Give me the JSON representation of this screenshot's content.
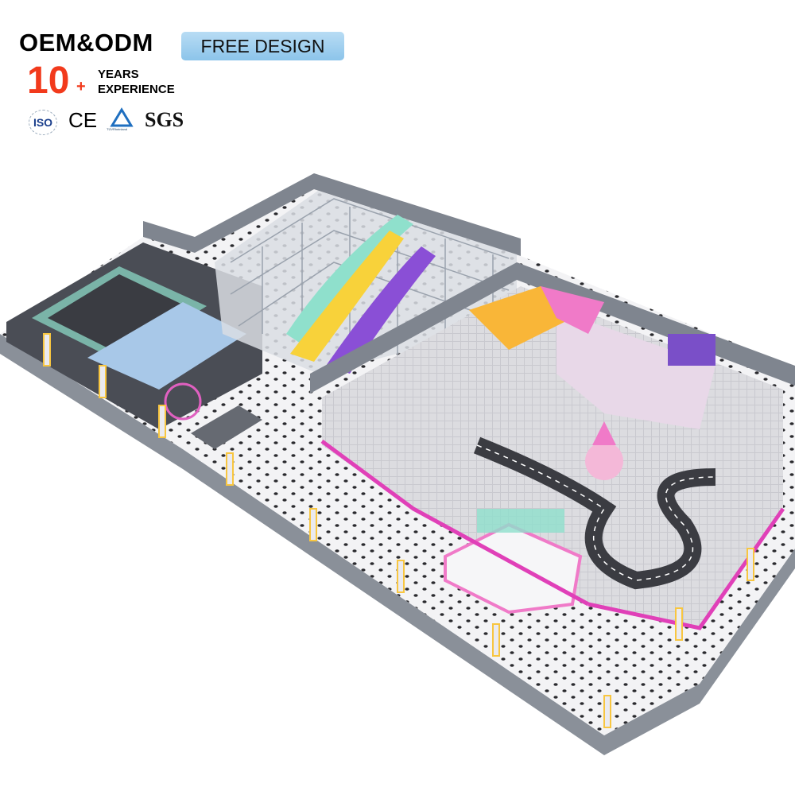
{
  "badges": {
    "oem_odm": "OEM&ODM",
    "free_design": "FREE DESIGN",
    "years_number": "10",
    "years_plus": "+",
    "years_label_1": "YEARS",
    "years_label_2": "EXPERIENCE"
  },
  "certifications": {
    "iso": "ISO",
    "ce": "CE",
    "tuv": "TÜVRheinland",
    "sgs": "SGS"
  },
  "colors": {
    "accent_red": "#f23a1c",
    "badge_blue": "#9fd0f0",
    "floor_white": "#f4f4f6",
    "wall_gray": "#8a9099",
    "play_pink": "#f07ac8",
    "mint": "#8fe0cc",
    "slide_yellow": "#f8d23a",
    "slide_purple": "#8a4fd6"
  }
}
